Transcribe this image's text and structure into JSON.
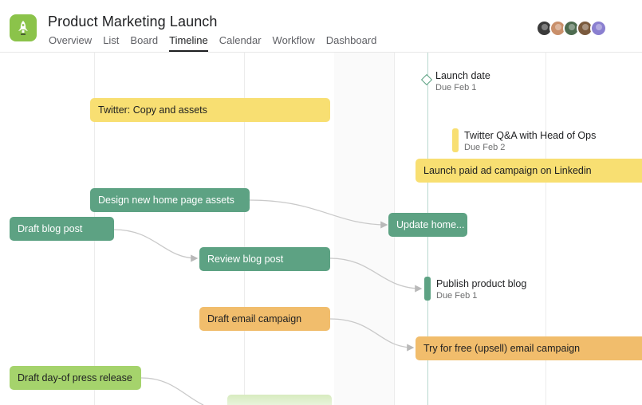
{
  "project": {
    "title": "Product Marketing Launch",
    "icon": "rocket-icon",
    "icon_color": "#8bc34a"
  },
  "tabs": [
    {
      "label": "Overview",
      "active": false
    },
    {
      "label": "List",
      "active": false
    },
    {
      "label": "Board",
      "active": false
    },
    {
      "label": "Timeline",
      "active": true
    },
    {
      "label": "Calendar",
      "active": false
    },
    {
      "label": "Workflow",
      "active": false
    },
    {
      "label": "Dashboard",
      "active": false
    }
  ],
  "members": [
    {
      "name": "member-1",
      "color": "#3a3a3a"
    },
    {
      "name": "member-2",
      "color": "#c98f6a"
    },
    {
      "name": "member-3",
      "color": "#4d6b4f"
    },
    {
      "name": "member-4",
      "color": "#7a5a3d"
    },
    {
      "name": "member-5",
      "color": "#8a7fd0"
    }
  ],
  "colors": {
    "yellow": "#f8df72",
    "green": "#5da283",
    "orange": "#f1bd6c",
    "lime": "#a5d36c"
  },
  "milestones": [
    {
      "title": "Launch date",
      "due": "Due Feb 1"
    }
  ],
  "tasks": {
    "twitter_copy": "Twitter: Copy and assets",
    "twitter_qa": {
      "title": "Twitter Q&A with Head of Ops",
      "due": "Due Feb 2"
    },
    "paid_ad": "Launch paid ad campaign on Linkedin",
    "design_home": "Design new home page assets",
    "update_home": "Update home...",
    "draft_blog": "Draft blog post",
    "review_blog": "Review blog post",
    "publish_blog": {
      "title": "Publish product blog",
      "due": "Due Feb 1"
    },
    "draft_email": "Draft email campaign",
    "try_free": "Try for free (upsell) email campaign",
    "draft_press": "Draft day-of press release"
  }
}
